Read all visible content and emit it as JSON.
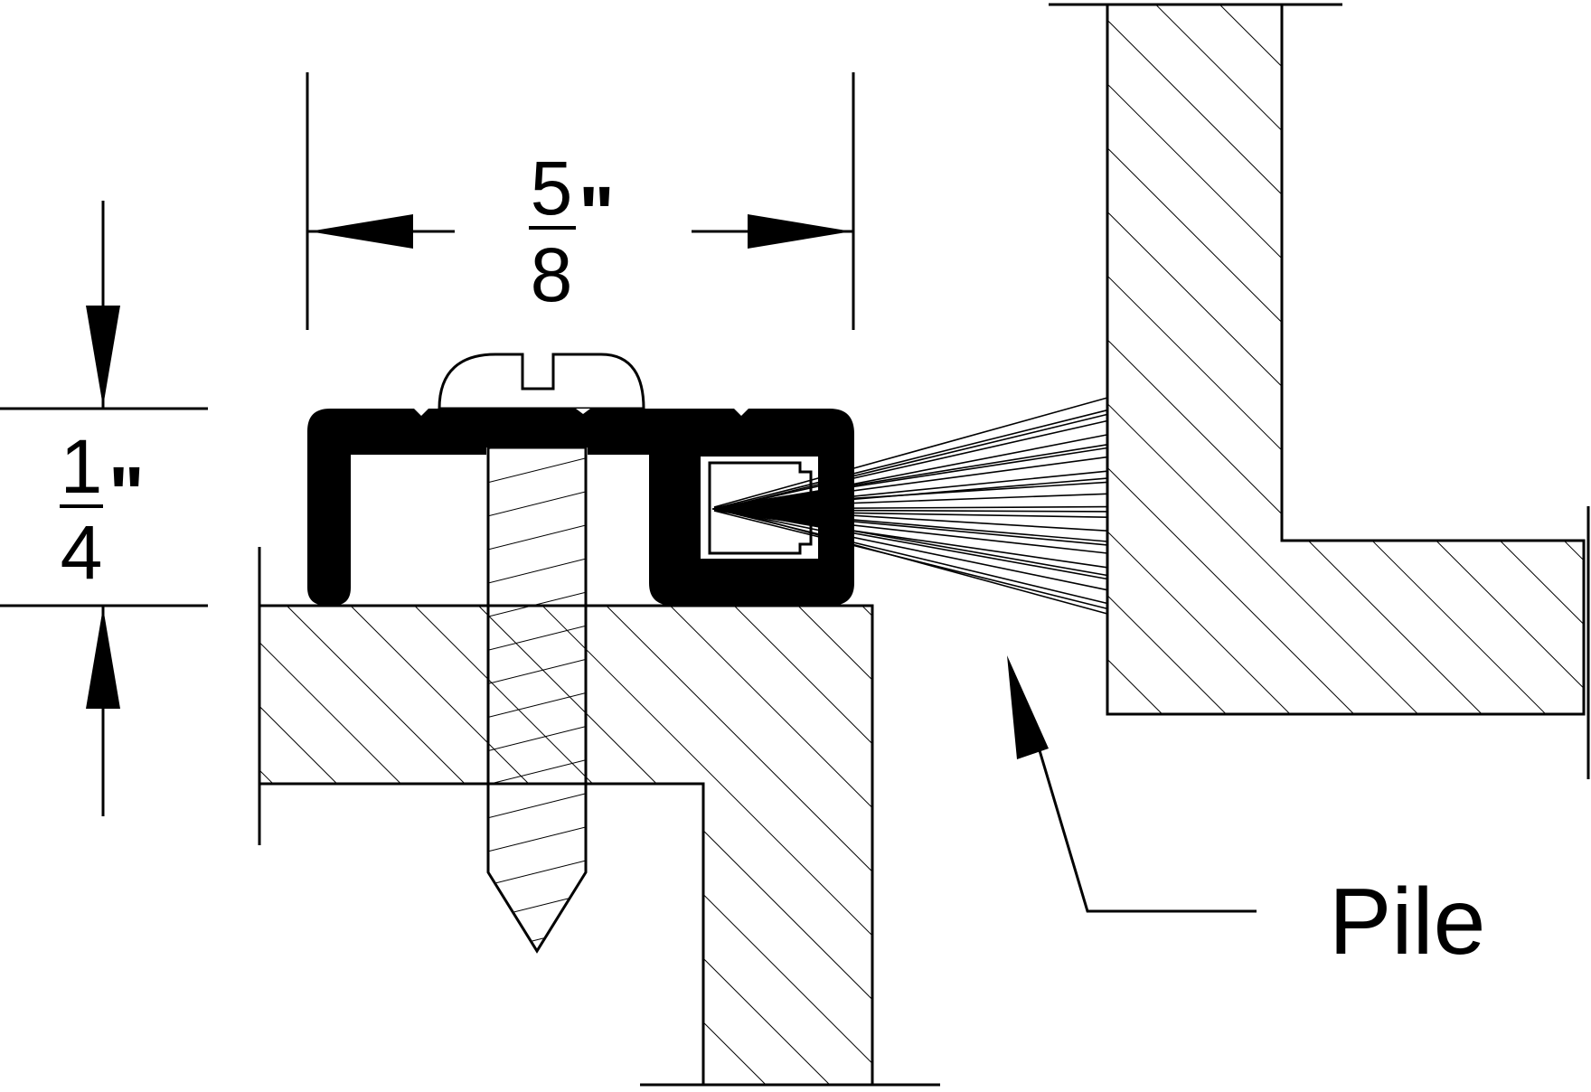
{
  "dimensions": {
    "width": {
      "numerator": "5",
      "denominator": "8",
      "unit": "\""
    },
    "height": {
      "numerator": "1",
      "denominator": "4",
      "unit": "\""
    }
  },
  "callouts": {
    "pile": "Pile"
  },
  "colors": {
    "line": "#000000",
    "background": "#ffffff"
  }
}
